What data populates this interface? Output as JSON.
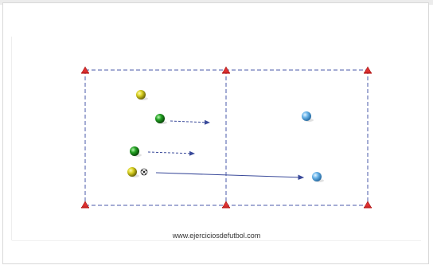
{
  "diagram": {
    "caption": "www.ejerciciosdefutbol.com",
    "field": {
      "line_color": "#4a5aa8",
      "line_style": "dashed",
      "cone_color": "#e03030",
      "cone_count": 6,
      "zones": 2
    },
    "players": [
      {
        "team": "yellow",
        "color": "#c9c21a",
        "has_ball": false
      },
      {
        "team": "green",
        "color": "#1f9a1f",
        "has_ball": false
      },
      {
        "team": "green",
        "color": "#1f9a1f",
        "has_ball": false
      },
      {
        "team": "yellow",
        "color": "#c9c21a",
        "has_ball": true
      },
      {
        "team": "blue",
        "color": "#5ba9e0",
        "has_ball": false
      },
      {
        "team": "blue",
        "color": "#5ba9e0",
        "has_ball": false
      }
    ],
    "arrows": [
      {
        "type": "run",
        "style": "dashed"
      },
      {
        "type": "run",
        "style": "dashed"
      },
      {
        "type": "pass",
        "style": "solid"
      }
    ]
  }
}
